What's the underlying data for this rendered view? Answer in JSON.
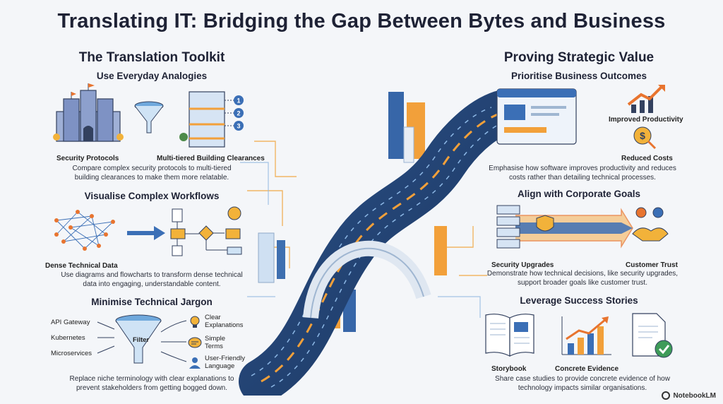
{
  "title": "Translating IT: Bridging the Gap Between Bytes and Business",
  "left": {
    "heading": "The Translation Toolkit",
    "analogies": {
      "heading": "Use Everyday Analogies",
      "label_a": "Security Protocols",
      "label_b": "Multi-tiered Building Clearances",
      "tier_numbers": [
        "1",
        "2",
        "3"
      ],
      "desc_line1": "Compare complex security protocols to multi-tiered",
      "desc_line2": "building clearances to make them more relatable."
    },
    "workflows": {
      "heading": "Visualise Complex Workflows",
      "label": "Dense Technical Data",
      "desc_line1": "Use diagrams and flowcharts to transform dense technical",
      "desc_line2": "data into engaging, understandable content."
    },
    "jargon": {
      "heading": "Minimise Technical Jargon",
      "inputs": [
        "API Gateway",
        "Kubernetes",
        "Microservices"
      ],
      "filter_label": "Filter",
      "output_1a": "Clear",
      "output_1b": "Explanations",
      "output_2a": "Simple",
      "output_2b": "Terms",
      "output_3a": "User-Friendly",
      "output_3b": "Language",
      "desc_line1": "Replace niche terminology with clear explanations to",
      "desc_line2": "prevent stakeholders from getting bogged down."
    }
  },
  "right": {
    "heading": "Proving Strategic Value",
    "outcomes": {
      "heading": "Prioritise Business Outcomes",
      "label_a": "Improved Productivity",
      "label_b": "Reduced Costs",
      "desc_line1": "Emphasise how software improves productivity and reduces",
      "desc_line2": "costs rather than detailing technical processes."
    },
    "goals": {
      "heading": "Align with Corporate Goals",
      "label_a": "Security Upgrades",
      "label_b": "Customer Trust",
      "desc_line1": "Demonstrate how technical decisions, like security upgrades,",
      "desc_line2": "support broader goals like customer trust."
    },
    "stories": {
      "heading": "Leverage Success Stories",
      "label_a": "Storybook",
      "label_b": "Concrete Evidence",
      "desc_line1": "Share case studies to provide concrete evidence of how",
      "desc_line2": "technology impacts similar organisations."
    }
  },
  "footer": {
    "brand": "NotebookLM"
  },
  "colors": {
    "navy": "#1e2235",
    "blue": "#3b6fb6",
    "orange": "#f29a2e",
    "light_blue": "#cfe3f5"
  }
}
